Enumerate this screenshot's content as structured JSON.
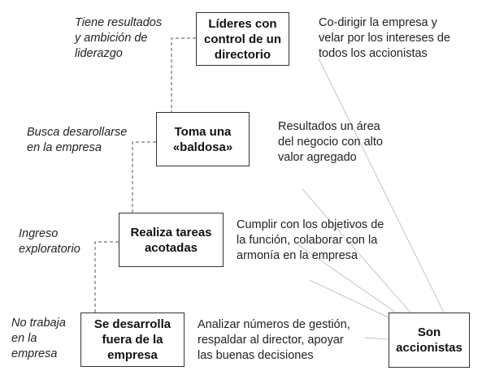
{
  "levels": [
    {
      "box": "Líderes con\ncontrol de un\ndirectorio",
      "left_note": "Tiene resultados\ny ambición de\nliderazgo",
      "right_note": "Co-dirigir la empresa y\nvelar por los intereses de\ntodos los accionistas"
    },
    {
      "box": "Toma una\n«baldosa»",
      "left_note": "Busca desarollarse\nen la empresa",
      "right_note": "Resultados un área\ndel negocio con alto\nvalor agregado"
    },
    {
      "box": "Realiza tareas\nacotadas",
      "left_note": "Ingreso\nexploratorio",
      "right_note": "Cumplir con los objetivos de\nla función, colaborar con la\narmonía en la empresa"
    },
    {
      "box": "Se desarrolla\nfuera de la\nempresa",
      "left_note": "No trabaja\nen la\nempresa",
      "right_note": "Analizar números de gestión,\nrespaldar al director, apoyar\nlas buenas decisiones"
    }
  ],
  "shareholders_box": "Son\naccionistas"
}
